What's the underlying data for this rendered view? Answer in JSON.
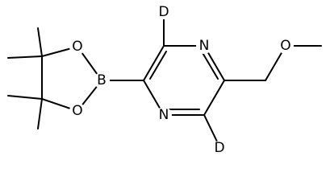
{
  "atoms": {
    "boron": "B",
    "ring_oxygen_top": "O",
    "ring_oxygen_bottom": "O",
    "pyrazine_n_top": "N",
    "pyrazine_n_bottom": "N",
    "deuterium_top": "D",
    "deuterium_bottom": "D",
    "methoxy_oxygen": "O"
  },
  "colors": {
    "bond": "#000000",
    "label": "#000000",
    "background": "#ffffff"
  }
}
